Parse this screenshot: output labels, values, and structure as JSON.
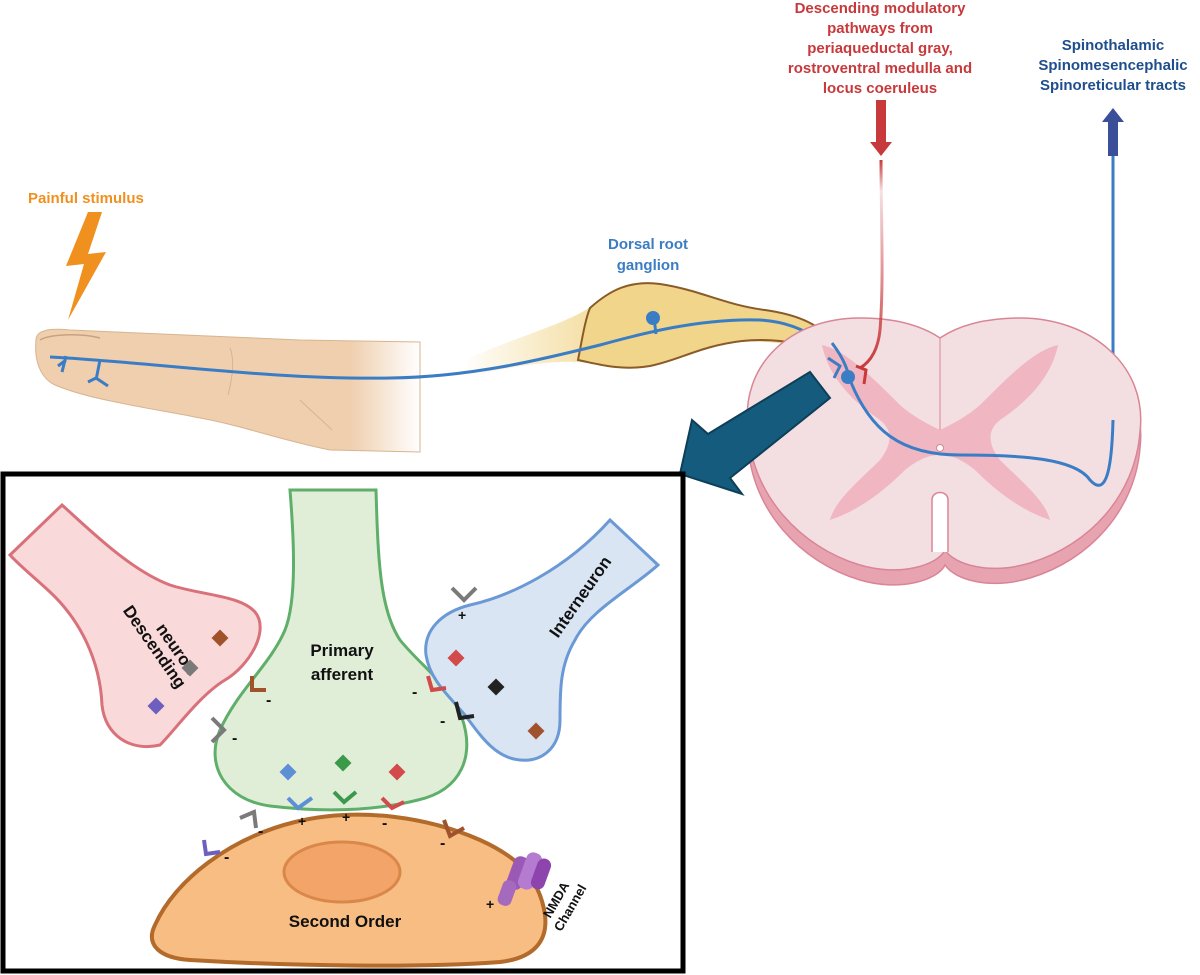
{
  "labels": {
    "painful_stimulus": "Painful stimulus",
    "dorsal_root": [
      "Dorsal root",
      "ganglion"
    ],
    "descending_pathways": [
      "Descending modulatory",
      "pathways from",
      "periaqueductal gray,",
      "rostroventral medulla and",
      "locus coeruleus"
    ],
    "ascending_tracts": [
      "Spinothalamic",
      "Spinomesencephalic",
      "Spinoreticular tracts"
    ],
    "descending_neuron": [
      "Descending",
      "neuron"
    ],
    "primary_afferent": [
      "Primary",
      "afferent"
    ],
    "interneuron": "Interneuron",
    "second_order": "Second Order",
    "nmda_channel": [
      "NMDA",
      "Channel"
    ]
  },
  "signs": {
    "plus": "+",
    "minus": "-"
  },
  "colors": {
    "stimulus": "#f0901e",
    "descending_red": "#c8393b",
    "ascending_blue": "#1f4e8c",
    "nerve_blue": "#3b7dc4",
    "finger_skin": "#efcfae",
    "ganglion": "#f1d58a",
    "cord_outer": "#f3dfe1",
    "cord_grey": "#f0b7c2",
    "arrow_teal": "#155b7e",
    "descending_cell": "#f9d9d9",
    "primary_cell": "#e0eed8",
    "interneuron_cell": "#d9e5f3",
    "second_order_cell": "#f8bd82",
    "nmda": "#9b59b6"
  }
}
